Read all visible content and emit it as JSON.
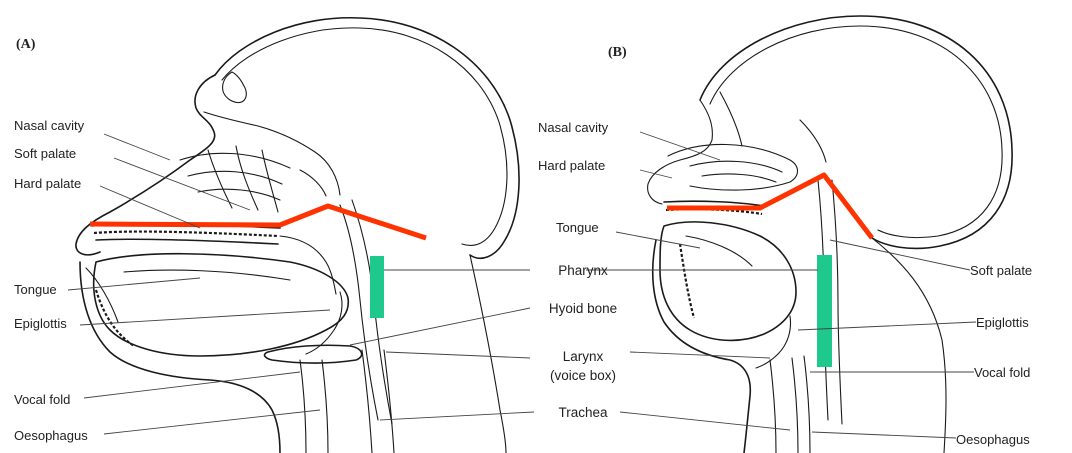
{
  "panels": [
    {
      "tag": "(A)",
      "labels": {
        "nasal_cavity": "Nasal cavity",
        "soft_palate": "Soft palate",
        "hard_palate": "Hard palate",
        "tongue": "Tongue",
        "epiglottis": "Epiglottis",
        "vocal_fold": "Vocal fold",
        "oesophagus": "Oesophagus"
      }
    },
    {
      "tag": "(B)",
      "labels": {
        "nasal_cavity": "Nasal cavity",
        "hard_palate": "Hard palate",
        "tongue": "Tongue",
        "soft_palate": "Soft palate",
        "epiglottis": "Epiglottis",
        "vocal_fold": "Vocal fold",
        "oesophagus": "Oesophagus"
      }
    }
  ],
  "shared_labels": {
    "pharynx": "Pharynx",
    "hyoid_bone": "Hyoid bone",
    "larynx": "Larynx",
    "voice_box": "(voice box)",
    "trachea": "Trachea"
  },
  "overlay_colors": {
    "palate_line": "#ff3300",
    "pharynx_bar": "#1fc98e"
  }
}
